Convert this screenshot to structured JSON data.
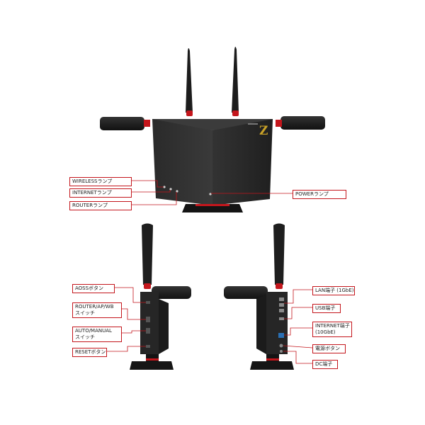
{
  "colors": {
    "accent": "#c4161c",
    "device_body": "#2b2b2b",
    "device_dark": "#151515",
    "logo_gold": "#c9a227"
  },
  "front_view": {
    "labels": {
      "wireless_lamp": "WIRELESSランプ",
      "internet_lamp": "INTERNETランプ",
      "router_lamp": "ROUTERランプ",
      "power_lamp": "POWERランプ"
    }
  },
  "left_side_view": {
    "labels": {
      "aoss_button": "AOSSボタン",
      "router_ap_wb_switch_line1": "ROUTER/AP/WB",
      "router_ap_wb_switch_line2": "スイッチ",
      "auto_manual_switch_line1": "AUTO/MANUAL",
      "auto_manual_switch_line2": "スイッチ",
      "reset_button": "RESETボタン"
    }
  },
  "right_side_view": {
    "labels": {
      "lan_port": "LAN端子 (1GbE)",
      "usb_port": "USB端子",
      "internet_port_line1": "INTERNET端子",
      "internet_port_line2": "(10GbE)",
      "power_button": "電源ボタン",
      "dc_port": "DC端子"
    }
  }
}
